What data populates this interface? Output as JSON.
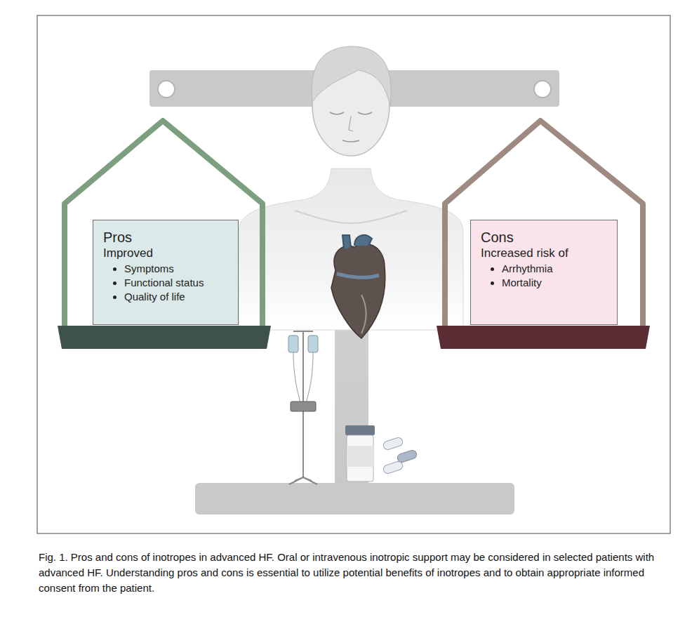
{
  "diagram": {
    "caption": "Fig. 1. Pros and cons of inotropes in advanced HF. Oral or intravenous inotropic support may be considered in selected patients with advanced HF. Understanding pros and cons is essential to utilize potential benefits of inotropes and to obtain appropriate informed consent from the patient.",
    "nodes": [
      {
        "text": [
          "Pros",
          "Improved",
          "Symptoms",
          "Functional status",
          "Quality of life"
        ]
      },
      {
        "text": [
          "Cons",
          "Increased risk of",
          "Arrhythmia",
          "Mortality"
        ]
      }
    ]
  }
}
